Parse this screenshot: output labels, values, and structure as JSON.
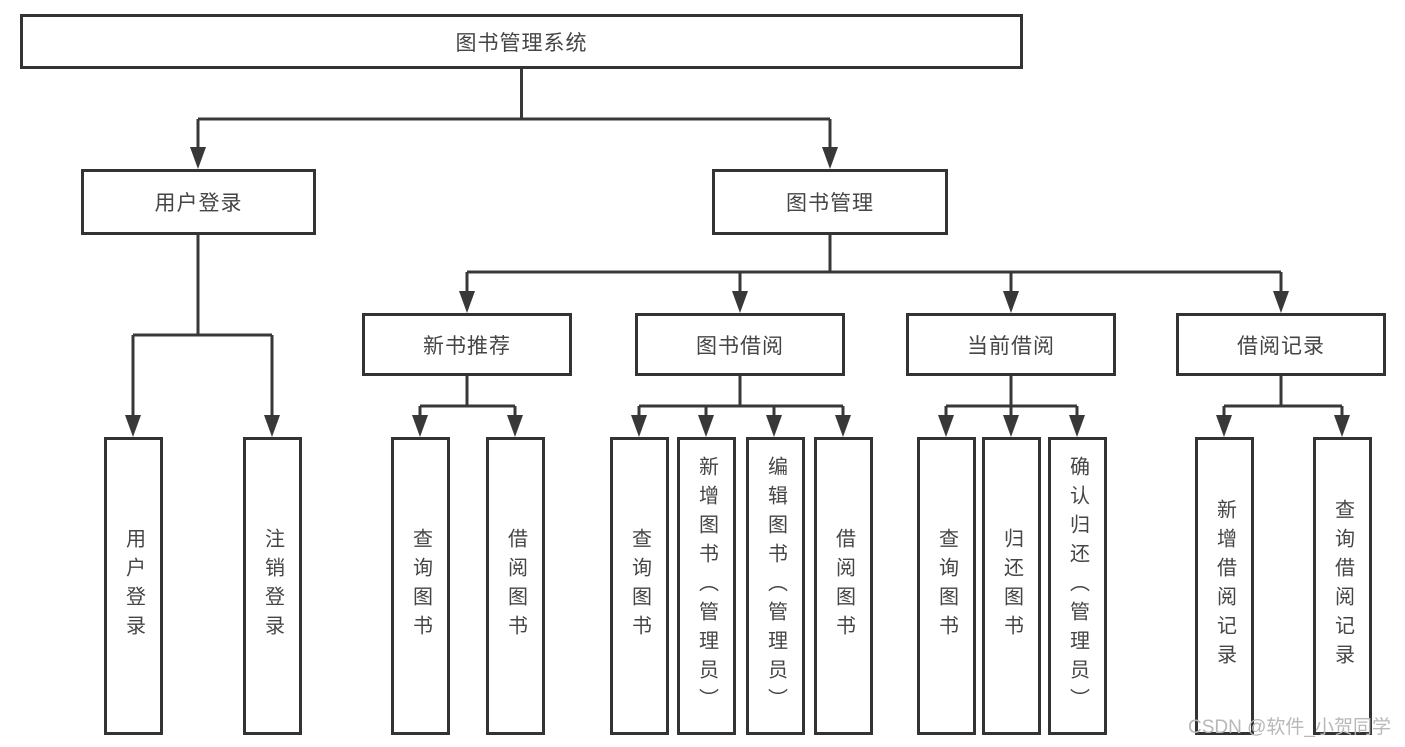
{
  "diagram": {
    "root": {
      "label": "图书管理系统"
    },
    "level2": [
      {
        "id": "user-login",
        "label": "用户登录"
      },
      {
        "id": "book-management",
        "label": "图书管理"
      }
    ],
    "level3": [
      {
        "id": "new-book-recommend",
        "parent": "book-management",
        "label": "新书推荐"
      },
      {
        "id": "book-borrow",
        "parent": "book-management",
        "label": "图书借阅"
      },
      {
        "id": "current-borrow",
        "parent": "book-management",
        "label": "当前借阅"
      },
      {
        "id": "borrow-records",
        "parent": "book-management",
        "label": "借阅记录"
      }
    ],
    "leaves": [
      {
        "group": "user-login",
        "label": "用户登录"
      },
      {
        "group": "user-login",
        "label": "注销登录"
      },
      {
        "group": "new-book-recommend",
        "label": "查询图书"
      },
      {
        "group": "new-book-recommend",
        "label": "借阅图书"
      },
      {
        "group": "book-borrow",
        "label": "查询图书"
      },
      {
        "group": "book-borrow",
        "label": "新增图书（管理员）"
      },
      {
        "group": "book-borrow",
        "label": "编辑图书（管理员）"
      },
      {
        "group": "book-borrow",
        "label": "借阅图书"
      },
      {
        "group": "current-borrow",
        "label": "查询图书"
      },
      {
        "group": "current-borrow",
        "label": "归还图书"
      },
      {
        "group": "current-borrow",
        "label": "确认归还（管理员）"
      },
      {
        "group": "borrow-records",
        "label": "新增借阅记录"
      },
      {
        "group": "borrow-records",
        "label": "查询借阅记录"
      }
    ],
    "watermark": "CSDN @软件_小贺同学",
    "colors": {
      "line": "#383838",
      "box_border": "#333333",
      "text": "#454545",
      "watermark": "#b8b8b8",
      "background": "#ffffff"
    }
  }
}
